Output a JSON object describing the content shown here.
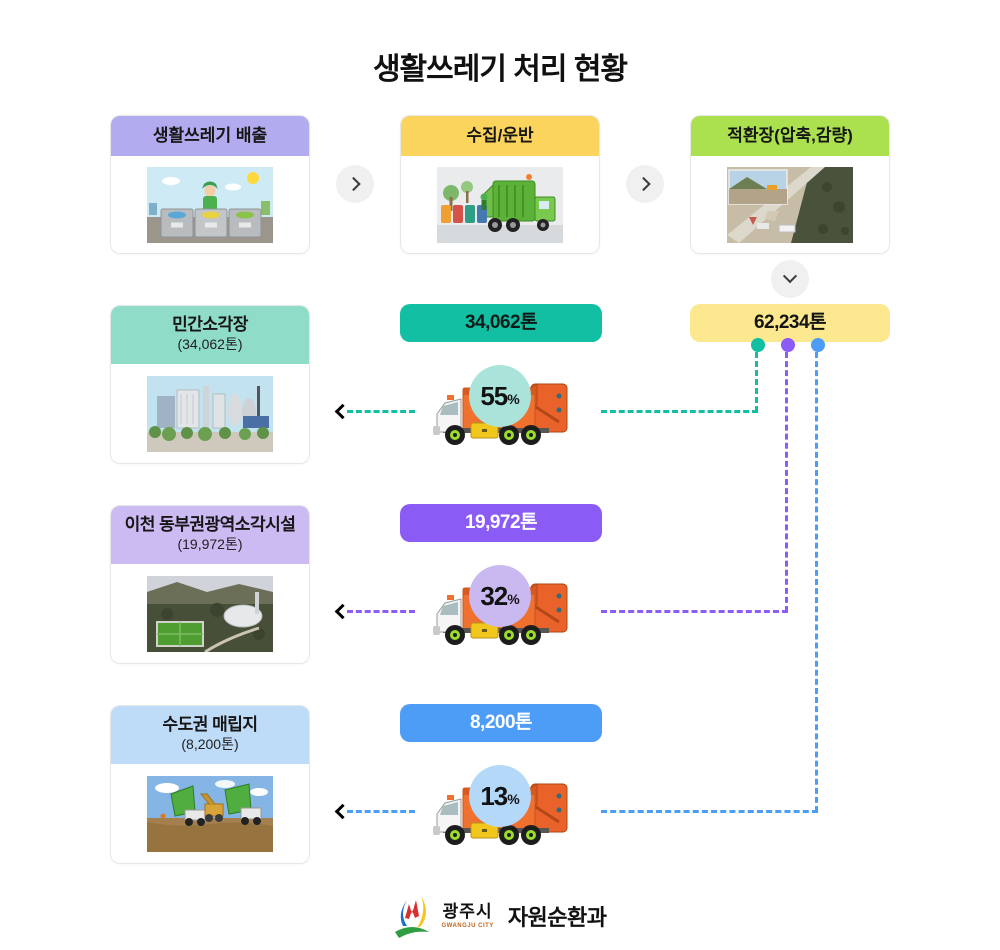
{
  "title": "생활쓰레기 처리 현황",
  "flow": {
    "cards": [
      {
        "label": "생활쓰레기 배출"
      },
      {
        "label": "수집/운반"
      },
      {
        "label": "적환장(압축,감량)"
      }
    ]
  },
  "total": {
    "amount": "62,234톤"
  },
  "rows": [
    {
      "name": "민간소각장",
      "sub": "(34,062톤)",
      "amount": "34,062톤",
      "percent": "55",
      "unit": "%"
    },
    {
      "name": "이천 동부권광역소각시설",
      "sub": "(19,972톤)",
      "amount": "19,972톤",
      "percent": "32",
      "unit": "%"
    },
    {
      "name": "수도권 매립지",
      "sub": "(8,200톤)",
      "amount": "8,200톤",
      "percent": "13",
      "unit": "%"
    }
  ],
  "footer": {
    "city": "광주시",
    "city_en": "GWANGJU CITY",
    "dept": "자원순환과"
  },
  "colors": {
    "header_discharge": "#b3abef",
    "header_collect": "#fbd45e",
    "header_transfer": "#abe14f",
    "header_incinerator": "#8fdcc8",
    "header_icheon": "#ccbaf2",
    "header_landfill": "#bedcf8",
    "badge_teal": "#12bfa2",
    "badge_purple": "#8b5bf5",
    "badge_blue": "#4d9cf6",
    "badge_total_yellow": "#fce88e",
    "circle_teal": "#a9e3d9",
    "circle_purple": "#c9b9f0",
    "circle_blue": "#b4d8f8"
  }
}
